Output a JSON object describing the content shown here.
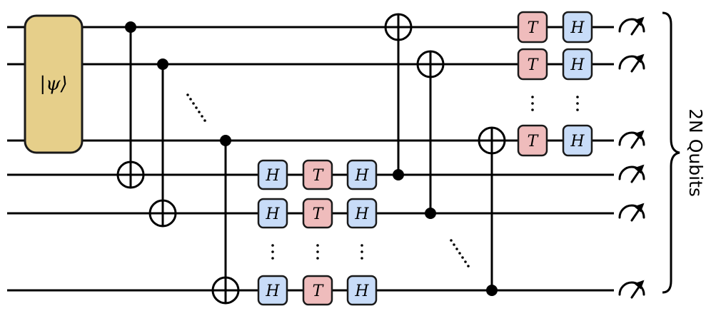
{
  "state_prep": {
    "label": "|ψ⟩"
  },
  "gate_labels": {
    "hadamard": "H",
    "t_gate": "T"
  },
  "side_label": "2N Qubits",
  "colors": {
    "wire": "#000000",
    "state_fill": "#e6cf8a",
    "h_fill": "#c8dcf8",
    "t_fill": "#efbcbc",
    "gate_stroke": "#1a1a1a"
  },
  "icons": {
    "measurement": "measurement-meter-icon",
    "cnot_target": "cnot-target-icon",
    "cnot_control": "cnot-control-dot-icon",
    "continuation": "vertical-ellipsis-icon",
    "diagonal_continuation": "diagonal-ellipsis-icon",
    "brace": "right-curly-brace-icon"
  }
}
